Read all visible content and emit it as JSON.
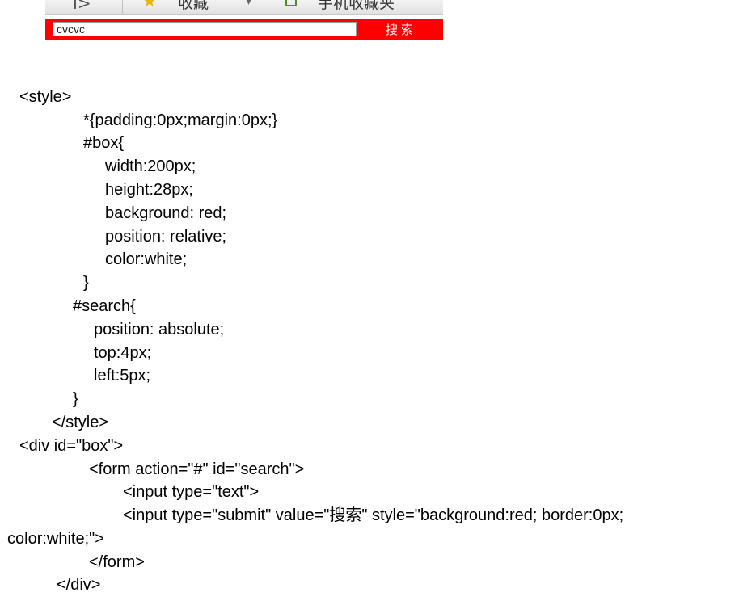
{
  "toolbar": {
    "next_glyph": "I>",
    "favorites_label": "收藏",
    "chevron_glyph": "▾",
    "mobile_favorites_label": "手机收藏夹",
    "star_glyph": "★"
  },
  "search_demo": {
    "input_value": "cvcvc",
    "submit_label": "搜索"
  },
  "code_lines": [
    "<style>",
    "*{padding:0px;margin:0px;}",
    "#box{",
    "width:200px;",
    "height:28px;",
    "background: red;",
    "position: relative;",
    "color:white;",
    "}",
    "#search{",
    "position: absolute;",
    "top:4px;",
    "left:5px;",
    "}",
    "</style>",
    "<div id=\"box\">",
    "<form action=\"#\" id=\"search\">",
    "<input type=\"text\">",
    "<input type=\"submit\" value=\"搜索\" style=\"background:red; border:0px;",
    "color:white;\">",
    "</form>",
    "</div>"
  ],
  "colors": {
    "box_background": "#ff0000",
    "button_text": "#ffffff"
  }
}
